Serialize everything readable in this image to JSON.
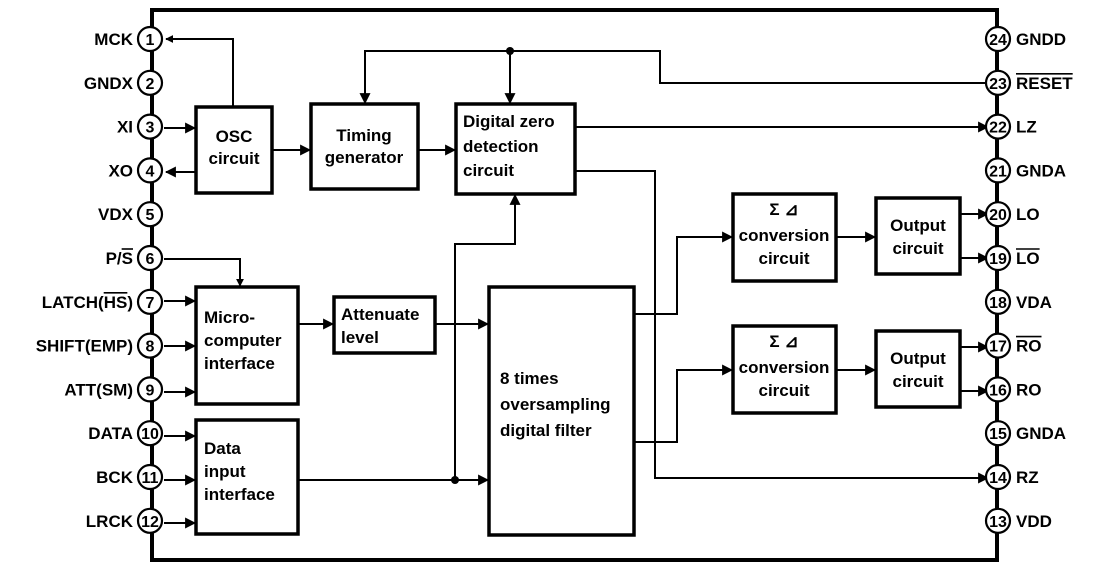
{
  "left_pins": [
    {
      "num": "1",
      "label": "MCK"
    },
    {
      "num": "2",
      "label": "GNDX"
    },
    {
      "num": "3",
      "label": "XI"
    },
    {
      "num": "4",
      "label": "XO"
    },
    {
      "num": "5",
      "label": "VDX"
    },
    {
      "num": "6",
      "label": "P/S"
    },
    {
      "num": "7",
      "label": "LATCH(HS)"
    },
    {
      "num": "8",
      "label": "SHIFT(EMP)"
    },
    {
      "num": "9",
      "label": "ATT(SM)"
    },
    {
      "num": "10",
      "label": "DATA"
    },
    {
      "num": "11",
      "label": "BCK"
    },
    {
      "num": "12",
      "label": "LRCK"
    }
  ],
  "right_pins": [
    {
      "num": "24",
      "label": "GNDD"
    },
    {
      "num": "23",
      "label": "RESET"
    },
    {
      "num": "22",
      "label": "LZ"
    },
    {
      "num": "21",
      "label": "GNDA"
    },
    {
      "num": "20",
      "label": "LO"
    },
    {
      "num": "19",
      "label": "LO"
    },
    {
      "num": "18",
      "label": "VDA"
    },
    {
      "num": "17",
      "label": "RO"
    },
    {
      "num": "16",
      "label": "RO"
    },
    {
      "num": "15",
      "label": "GNDA"
    },
    {
      "num": "14",
      "label": "RZ"
    },
    {
      "num": "13",
      "label": "VDD"
    }
  ],
  "blocks": {
    "osc": [
      "OSC",
      "circuit"
    ],
    "timing": [
      "Timing",
      "generator"
    ],
    "zero": [
      "Digital zero",
      "detection",
      "circuit"
    ],
    "micro": [
      "Micro-",
      "computer",
      "interface"
    ],
    "atten": [
      "Attenuate",
      "level"
    ],
    "datain": [
      "Data",
      "input",
      "interface"
    ],
    "filter": [
      "8 times",
      "oversampling",
      "digital filter"
    ],
    "sd_top": [
      "Σ ⊿",
      "conversion",
      "circuit"
    ],
    "out_top": [
      "Output",
      "circuit"
    ],
    "sd_bot": [
      "Σ ⊿",
      "conversion",
      "circuit"
    ],
    "out_bot": [
      "Output",
      "circuit"
    ]
  }
}
